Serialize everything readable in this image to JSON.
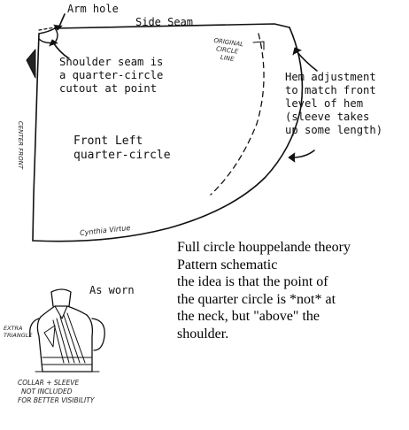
{
  "labels": {
    "arm_hole": "Arm hole",
    "side_seam": "Side Seam",
    "shoulder_note": [
      "Shoulder seam is",
      "a quarter-circle",
      "cutout at point"
    ],
    "original_line": [
      "ORIGINAL",
      "CIRCLE",
      "LINE"
    ],
    "hem_note": [
      "Hem adjustment",
      "to match front",
      "level of hem",
      "(sleeve takes",
      "up some length)"
    ],
    "front_left": [
      "Front Left",
      "quarter-circle"
    ],
    "center_front": "CENTER FRONT",
    "signature": "Cynthia Virtue",
    "as_worn": "As worn",
    "extra_triangle": [
      "EXTRA",
      "TRIANGLE"
    ],
    "collar_note": [
      "COLLAR + SLEEVE",
      "NOT INCLUDED",
      "FOR BETTER VISIBILITY"
    ]
  },
  "description": {
    "lines": [
      "Full circle houppelande theory",
      "Pattern schematic",
      "the idea is that the point of",
      "the quarter circle is *not* at",
      "the neck, but \"above\" the",
      "shoulder."
    ]
  },
  "colors": {
    "ink": "#111111",
    "background": "#ffffff"
  }
}
